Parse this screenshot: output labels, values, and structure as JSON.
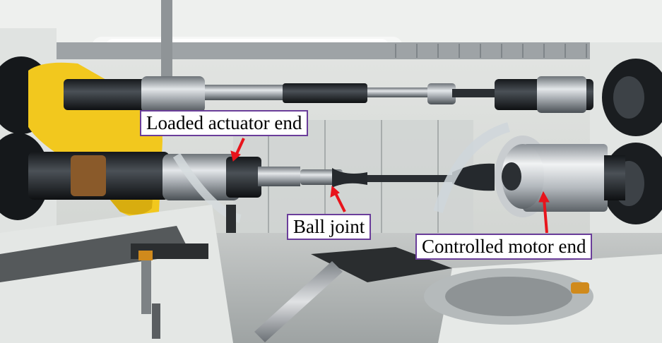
{
  "labels": {
    "loaded_actuator_end": "Loaded actuator end",
    "ball_joint": "Ball joint",
    "controlled_motor_end": "Controlled motor end"
  },
  "colors": {
    "label_border": "#6a3d9a",
    "arrow": "#e8141c",
    "actuator_yellow": "#f2c81e",
    "machine_white": "#e9ebe8",
    "steel": "#b8bcc0",
    "dark_metal": "#1e2226"
  }
}
